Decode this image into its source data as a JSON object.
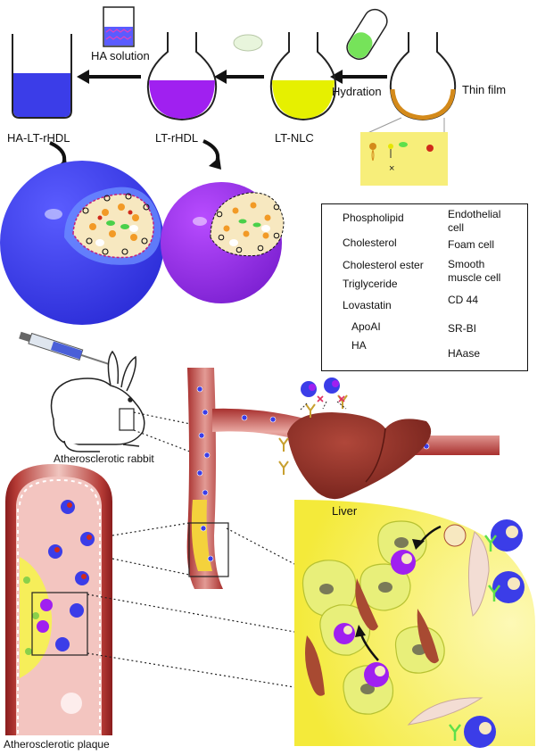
{
  "preparation": {
    "ha_solution": "HA solution",
    "hydration": "Hydration",
    "thin_film": "Thin film",
    "flask_labels": [
      "HA-LT-rHDL",
      "LT-rHDL",
      "LT-NLC"
    ]
  },
  "legend": {
    "items": [
      {
        "key": "phospholipid",
        "label": "Phospholipid"
      },
      {
        "key": "cholesterol",
        "label": "Cholesterol"
      },
      {
        "key": "cholesterol_ester",
        "label": "Cholesterol ester"
      },
      {
        "key": "triglyceride",
        "label": "Triglyceride"
      },
      {
        "key": "lovastatin",
        "label": "Lovastatin"
      },
      {
        "key": "apoai",
        "label": "ApoAI"
      },
      {
        "key": "ha",
        "label": "HA"
      },
      {
        "key": "endothelial",
        "label_lines": [
          "Endothelial",
          "cell"
        ]
      },
      {
        "key": "foam",
        "label": "Foam cell"
      },
      {
        "key": "smooth_muscle",
        "label_lines": [
          "Smooth",
          "muscle cell"
        ]
      },
      {
        "key": "cd44",
        "label": "CD 44"
      },
      {
        "key": "srbi",
        "label": "SR-BI"
      },
      {
        "key": "haase",
        "label": "HAase"
      }
    ]
  },
  "in_vivo": {
    "rabbit_label": "Atherosclerotic rabbit",
    "liver_label": "Liver",
    "plaque_label": "Atherosclerotic plaque"
  },
  "colors": {
    "ha_lt_rhdl": "#3b3de8",
    "lt_rhdl": "#a020f0",
    "lt_nlc": "#e6f000",
    "vessel": "#c24a4a",
    "liver": "#8b2a22",
    "plaque_bg": "#fbf58a",
    "foam_cell": "#e8ef7a",
    "smooth_muscle": "#a84a32"
  }
}
